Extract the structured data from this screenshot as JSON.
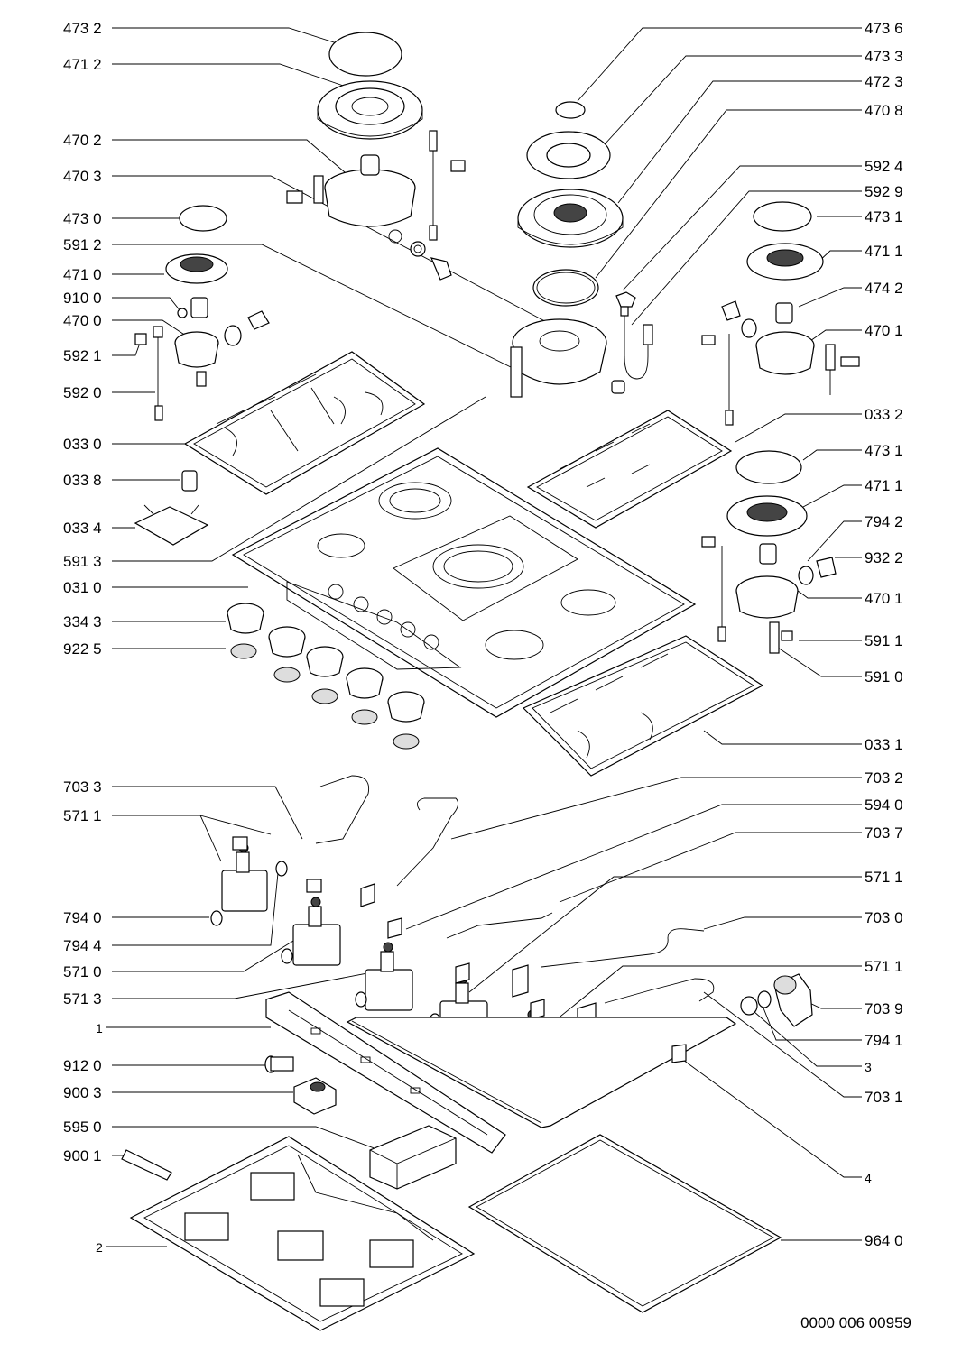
{
  "drawing_code": "0000 006 00959",
  "labels_left": [
    "473 2",
    "471 2",
    "470 2",
    "470 3",
    "473  0",
    "591 2",
    "471 0",
    "910 0",
    "470 0",
    "592 1",
    "592 0",
    "033 0",
    "033 8",
    "033 4",
    "591 3",
    "031 0",
    "334 3",
    "922 5",
    "703 3",
    "571 1",
    "794 0",
    "794 4",
    "571 0",
    "571 3",
    "1",
    "912 0",
    "900 3",
    "595 0",
    "900 1",
    "2"
  ],
  "labels_right": [
    "473 6",
    "473 3",
    "472 3",
    "470 8",
    "592 4",
    "592 9",
    "473 1",
    "471 1",
    "474 2",
    "470 1",
    "033 2",
    "473 1",
    "471 1",
    "794 2",
    "932 2",
    "470 1",
    "591 1",
    "591 0",
    "033 1",
    "703 2",
    "594 0",
    "703 7",
    "571 1",
    "703 0",
    "571 1",
    "703 9",
    "794 1",
    "3",
    "703 1",
    "4",
    "964 0"
  ]
}
